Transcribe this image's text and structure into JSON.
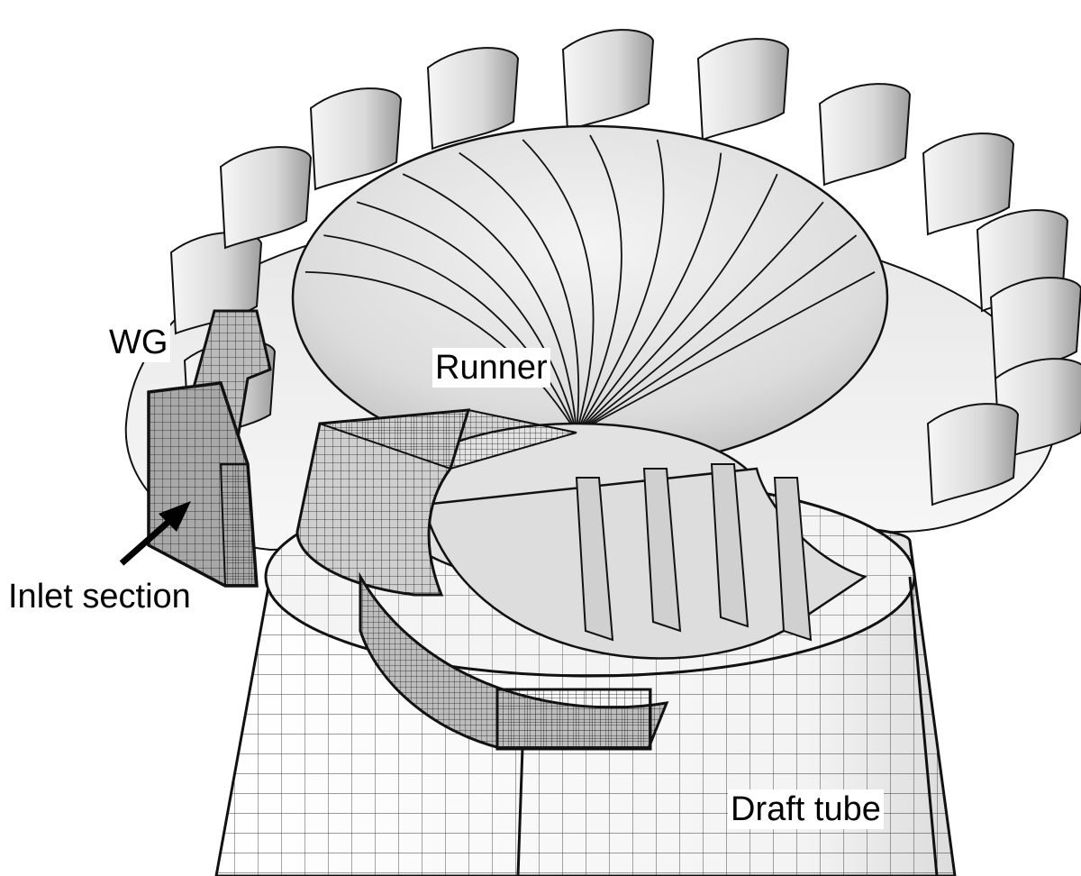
{
  "labels": {
    "wg": "WG",
    "runner": "Runner",
    "inlet_section": "Inlet section",
    "draft_tube": "Draft tube"
  },
  "colors": {
    "background": "#ffffff",
    "surface_light": "#ededed",
    "surface_mid": "#cfcfcf",
    "surface_dark": "#9a9a9a",
    "mesh_line": "#1a1a1a"
  }
}
